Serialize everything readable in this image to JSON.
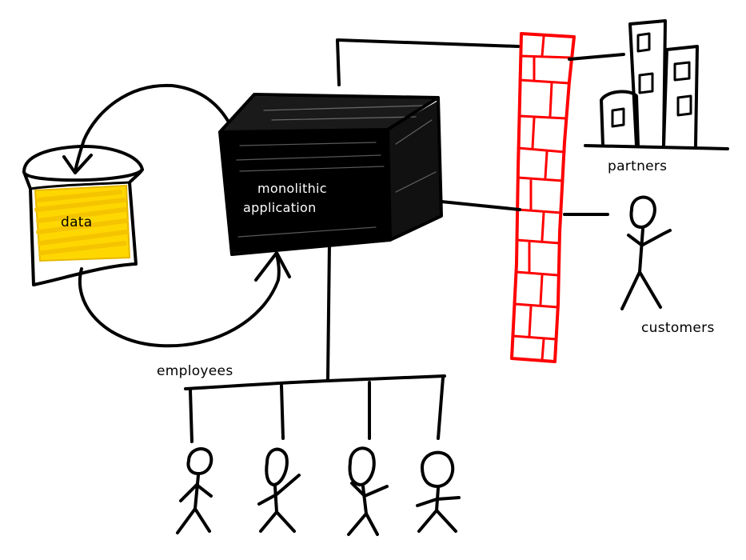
{
  "labels": {
    "data": "data",
    "app_line1": "monolithic",
    "app_line2": "application",
    "partners": "partners",
    "customers": "customers",
    "employees": "employees"
  },
  "colors": {
    "ink": "#000000",
    "data_fill": "#ffd700",
    "firewall": "#ff0000",
    "background": "#ffffff"
  },
  "icons": {
    "data_store": "database-icon",
    "application": "server-box-icon",
    "firewall": "brick-wall-icon",
    "partners": "buildings-icon",
    "person": "stick-figure-icon"
  }
}
